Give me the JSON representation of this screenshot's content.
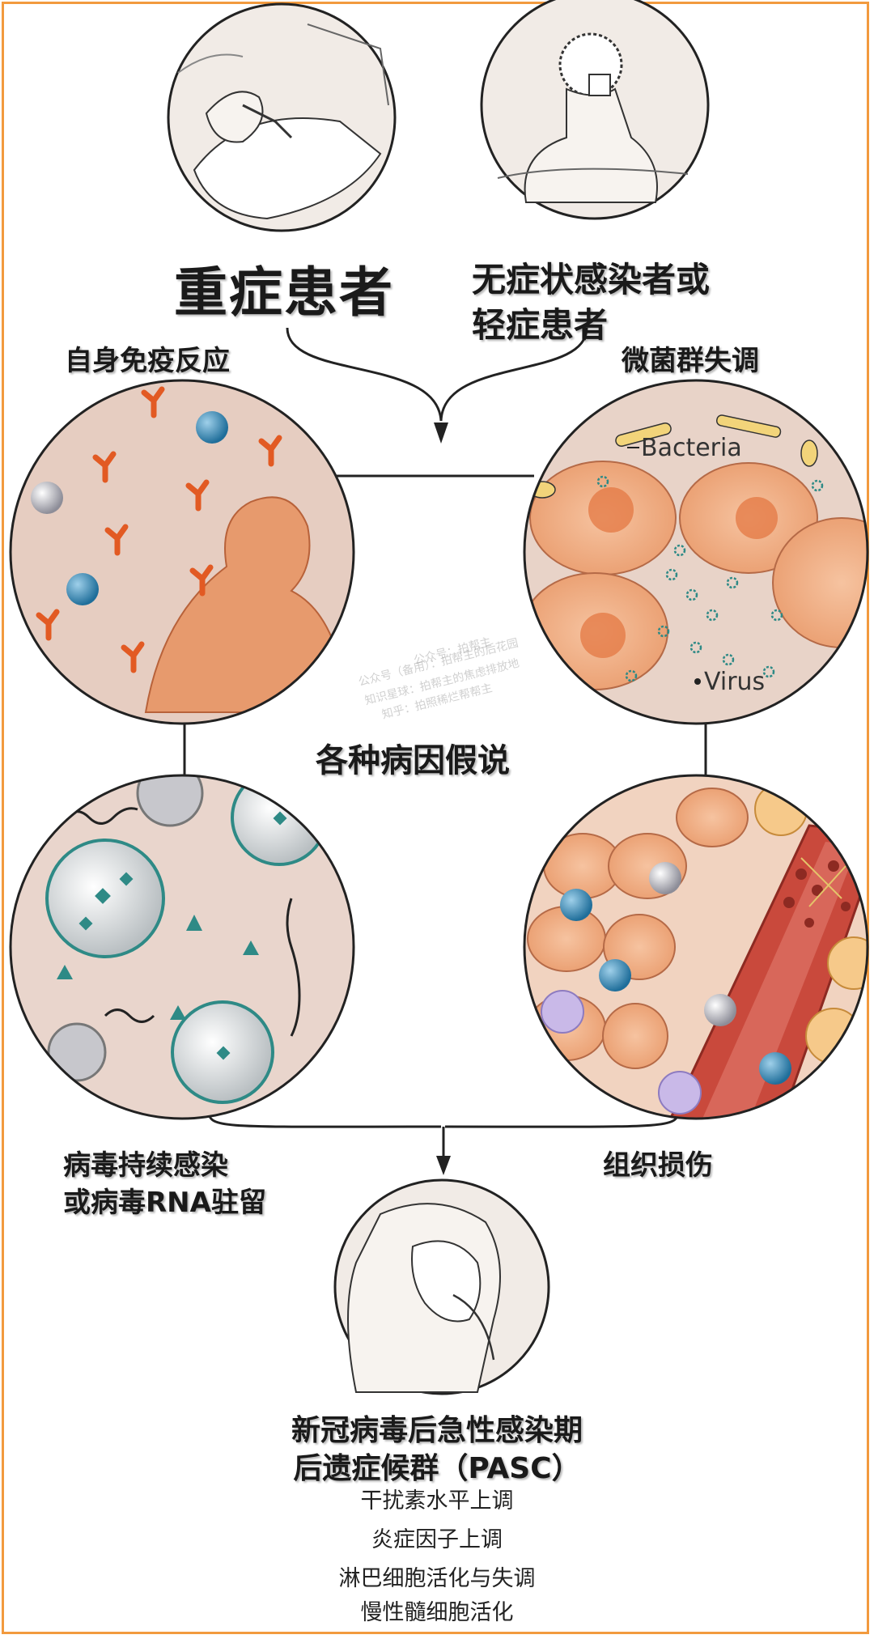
{
  "labels": {
    "severe": "重症患者",
    "mild_line1": "无症状感染者或",
    "mild_line2": "轻症患者",
    "autoimmune": "自身免疫反应",
    "dysbiosis": "微菌群失调",
    "hypotheses": "各种病因假说",
    "persistence_line1": "病毒持续感染",
    "persistence_line2": "或病毒RNA驻留",
    "tissue_damage": "组织损伤",
    "pasc_line1": "新冠病毒后急性感染期",
    "pasc_line2": "后遗症候群（PASC）",
    "bacteria": "Bacteria",
    "virus": "Virus"
  },
  "symptoms": [
    "干扰素水平上调",
    "炎症因子上调",
    "淋巴细胞活化与失调",
    "慢性髓细胞活化"
  ],
  "watermark": [
    "公众号：拍帮主",
    "公众号（备用）：拍帮主的后花园",
    "知识星球：拍帮主的焦虑排放地",
    "知乎：拍照稀烂帮帮主"
  ],
  "colors": {
    "frame": "#f29a3e",
    "circle_bg": "#efe6df",
    "autoimmune_bg": "#e6cdc1",
    "antibody": "#e56a32",
    "cell": "#f0a77e",
    "virus_teal": "#2e8a86",
    "vessel": "#c8483b"
  }
}
